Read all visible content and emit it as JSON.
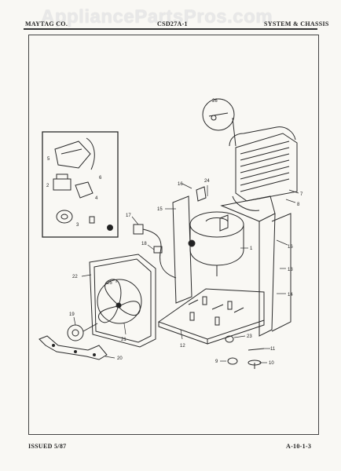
{
  "watermark": "AppliancePartsPros.com",
  "header": {
    "left": "MAYTAG CO.",
    "middle": "CSD27A-1",
    "right": "SYSTEM & CHASSIS"
  },
  "footer": {
    "issued": "ISSUED 5/87",
    "page_code": "A-10-1-3"
  },
  "callouts": [
    {
      "id": "c1",
      "label": "1"
    },
    {
      "id": "c2",
      "label": "2"
    },
    {
      "id": "c3",
      "label": "3"
    },
    {
      "id": "c4",
      "label": "4"
    },
    {
      "id": "c5",
      "label": "5"
    },
    {
      "id": "c6",
      "label": "6"
    },
    {
      "id": "c7",
      "label": "7"
    },
    {
      "id": "c8",
      "label": "8"
    },
    {
      "id": "c9",
      "label": "9"
    },
    {
      "id": "c10",
      "label": "10"
    },
    {
      "id": "c11",
      "label": "11"
    },
    {
      "id": "c12",
      "label": "12"
    },
    {
      "id": "c13",
      "label": "13"
    },
    {
      "id": "c14",
      "label": "14"
    },
    {
      "id": "c15",
      "label": "15"
    },
    {
      "id": "c16a",
      "label": "16"
    },
    {
      "id": "c16b",
      "label": "16"
    },
    {
      "id": "c17",
      "label": "17"
    },
    {
      "id": "c18",
      "label": "18"
    },
    {
      "id": "c19",
      "label": "19"
    },
    {
      "id": "c20",
      "label": "20"
    },
    {
      "id": "c21",
      "label": "21"
    },
    {
      "id": "c22",
      "label": "22"
    },
    {
      "id": "c23",
      "label": "23"
    },
    {
      "id": "c24",
      "label": "24"
    },
    {
      "id": "c25",
      "label": "25"
    },
    {
      "id": "c26",
      "label": "26"
    }
  ]
}
